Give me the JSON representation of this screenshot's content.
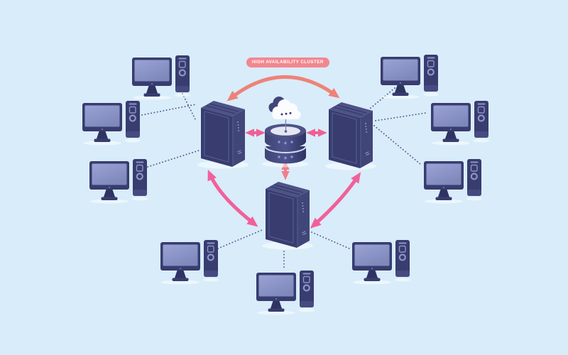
{
  "banner": {
    "label": "HIGH AVAILABILITY CLUSTER"
  },
  "structure": {
    "type": "high-availability-cluster-diagram",
    "servers": [
      "server-left",
      "server-right",
      "server-bottom"
    ],
    "center": [
      "cloud-sync",
      "shared-database"
    ],
    "clients": [
      "top-left",
      "left-upper",
      "left-lower",
      "bottom-left",
      "bottom-center",
      "bottom-right",
      "right-lower",
      "right-upper",
      "top-right"
    ],
    "ring_links": [
      "server-left<->server-right",
      "server-left<->server-bottom",
      "server-right<->server-bottom"
    ],
    "storage_links": [
      "server-left<->database",
      "server-right<->database",
      "database<->server-bottom"
    ],
    "client_links": "each client connects to its nearest server with a dotted line"
  },
  "colors": {
    "background": "#d9ecfa",
    "navy_front": "#383c6f",
    "navy_side": "#414678",
    "navy_top": "#4d5386",
    "navy_deep": "#2f3361",
    "tower_lower": "#454b80",
    "panel_line": "#5a5f99",
    "ridge": "#2d3160",
    "detail_light": "#8d95c6",
    "screen_top": "#9aa3d4",
    "screen_bottom": "#7f88bb",
    "db_band_left": "#3f4474",
    "db_band_mid": "#4f5590",
    "db_band_right": "#2e3361",
    "db_ring": "#4d5386",
    "db_inner": "#e4e7f2",
    "db_gap": "#d7dcef",
    "cloud_white": "#fbfcfe",
    "banner_pink": "#f2878f",
    "banner_text": "#ffffff",
    "arc_salmon": "#ed8378",
    "arc_pink": "#f1609b",
    "arrow_pink": "#ee5f93",
    "arrow_salmon": "#f27d8b",
    "dotted": "#3d4277",
    "shadow": "rgba(255,255,255,0.5)"
  }
}
